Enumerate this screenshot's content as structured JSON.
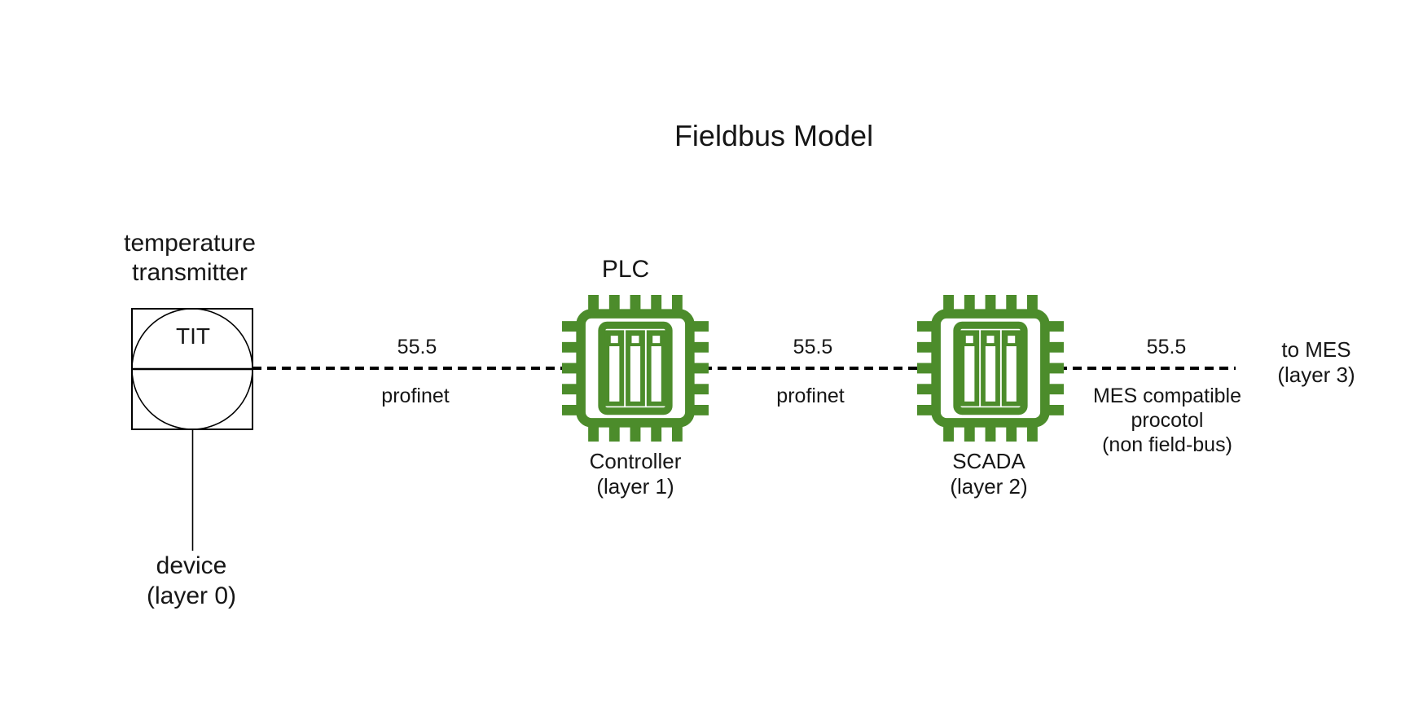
{
  "title": "Fieldbus Model",
  "colors": {
    "chip_green": "#4c8c2b",
    "line": "#000000",
    "text": "#161616"
  },
  "nodes": {
    "transmitter": {
      "name_line1": "temperature",
      "name_line2": "transmitter",
      "tag": "TIT",
      "layer_line1": "device",
      "layer_line2": "(layer 0)",
      "icon": "instrument-circle-in-square-icon"
    },
    "plc": {
      "name": "PLC",
      "layer_line1": "Controller",
      "layer_line2": "(layer 1)",
      "icon": "chip-icon"
    },
    "scada": {
      "name": "SCADA",
      "layer_line1": "(layer 2)",
      "icon": "chip-icon"
    },
    "mes": {
      "line1": "to MES",
      "line2": "(layer 3)"
    }
  },
  "links": {
    "field_to_plc": {
      "value": "55.5",
      "protocol": "profinet"
    },
    "plc_to_scada": {
      "value": "55.5",
      "protocol": "profinet"
    },
    "scada_to_mes": {
      "value": "55.5",
      "protocol_line1": "MES compatible",
      "protocol_line2": "procotol",
      "protocol_line3": "(non field-bus)"
    }
  }
}
